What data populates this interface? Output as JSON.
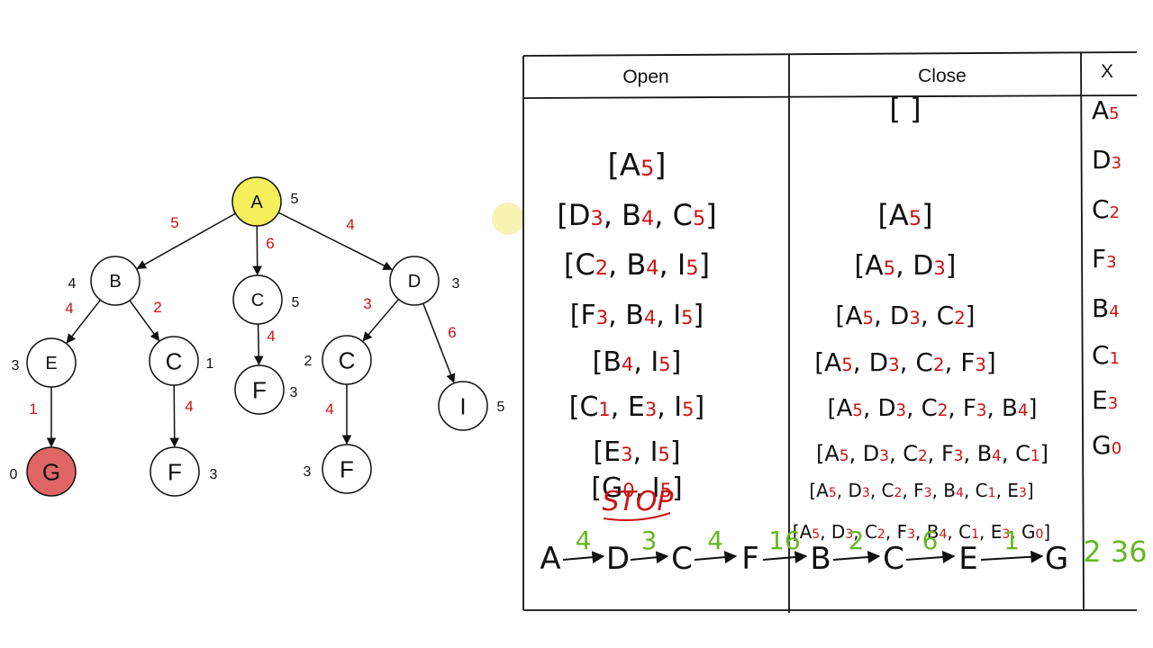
{
  "colors": {
    "ink": "#111111",
    "red": "#cc1111",
    "green": "#66b822",
    "start_fill": "#f4ef5a",
    "goal_fill": "#e06666",
    "highlight": "#f5f0a0"
  },
  "tree": {
    "nodes": [
      {
        "id": "A",
        "label": "A",
        "h": "5",
        "fill": "start"
      },
      {
        "id": "B",
        "label": "B",
        "h": "4"
      },
      {
        "id": "C1",
        "label": "C",
        "h": "5"
      },
      {
        "id": "D",
        "label": "D",
        "h": "3"
      },
      {
        "id": "E",
        "label": "E",
        "h": "3"
      },
      {
        "id": "C2",
        "label": "C",
        "h": "1"
      },
      {
        "id": "F1",
        "label": "F",
        "h": "3"
      },
      {
        "id": "C3",
        "label": "C",
        "h": "2"
      },
      {
        "id": "I",
        "label": "I",
        "h": "5"
      },
      {
        "id": "G",
        "label": "G",
        "h": "0",
        "fill": "goal"
      },
      {
        "id": "F2",
        "label": "F",
        "h": "3"
      },
      {
        "id": "F3",
        "label": "F",
        "h": "3"
      }
    ],
    "edges": [
      {
        "from": "A",
        "to": "B",
        "w": "5"
      },
      {
        "from": "A",
        "to": "C1",
        "w": "6"
      },
      {
        "from": "A",
        "to": "D",
        "w": "4"
      },
      {
        "from": "B",
        "to": "E",
        "w": "4"
      },
      {
        "from": "B",
        "to": "C2",
        "w": "2"
      },
      {
        "from": "C1",
        "to": "F1",
        "w": "4"
      },
      {
        "from": "D",
        "to": "C3",
        "w": "3"
      },
      {
        "from": "D",
        "to": "I",
        "w": "6"
      },
      {
        "from": "E",
        "to": "G",
        "w": "1"
      },
      {
        "from": "C2",
        "to": "F2",
        "w": "4"
      },
      {
        "from": "C3",
        "to": "F3",
        "w": "4"
      }
    ]
  },
  "table": {
    "headers": {
      "open": "Open",
      "close": "Close",
      "x": "X"
    },
    "rows": [
      {
        "open": [],
        "close": [],
        "x": {
          "n": "A",
          "s": "5"
        }
      },
      {
        "open": [
          {
            "n": "A",
            "s": "5"
          }
        ],
        "close": [],
        "x": {
          "n": "D",
          "s": "3"
        }
      },
      {
        "open": [
          {
            "n": "D",
            "s": "3"
          },
          {
            "n": "B",
            "s": "4"
          },
          {
            "n": "C",
            "s": "5"
          }
        ],
        "close": [
          {
            "n": "A",
            "s": "5"
          }
        ],
        "x": {
          "n": "C",
          "s": "2"
        }
      },
      {
        "open": [
          {
            "n": "C",
            "s": "2"
          },
          {
            "n": "B",
            "s": "4"
          },
          {
            "n": "I",
            "s": "5"
          }
        ],
        "close": [
          {
            "n": "A",
            "s": "5"
          },
          {
            "n": "D",
            "s": "3"
          }
        ],
        "x": {
          "n": "F",
          "s": "3"
        }
      },
      {
        "open": [
          {
            "n": "F",
            "s": "3"
          },
          {
            "n": "B",
            "s": "4"
          },
          {
            "n": "I",
            "s": "5"
          }
        ],
        "close": [
          {
            "n": "A",
            "s": "5"
          },
          {
            "n": "D",
            "s": "3"
          },
          {
            "n": "C",
            "s": "2"
          }
        ],
        "x": {
          "n": "B",
          "s": "4"
        }
      },
      {
        "open": [
          {
            "n": "B",
            "s": "4"
          },
          {
            "n": "I",
            "s": "5"
          }
        ],
        "close": [
          {
            "n": "A",
            "s": "5"
          },
          {
            "n": "D",
            "s": "3"
          },
          {
            "n": "C",
            "s": "2"
          },
          {
            "n": "F",
            "s": "3"
          }
        ],
        "x": {
          "n": "C",
          "s": "1"
        }
      },
      {
        "open": [
          {
            "n": "C",
            "s": "1"
          },
          {
            "n": "E",
            "s": "3"
          },
          {
            "n": "I",
            "s": "5"
          }
        ],
        "close": [
          {
            "n": "A",
            "s": "5"
          },
          {
            "n": "D",
            "s": "3"
          },
          {
            "n": "C",
            "s": "2"
          },
          {
            "n": "F",
            "s": "3"
          },
          {
            "n": "B",
            "s": "4"
          }
        ],
        "x": {
          "n": "E",
          "s": "3"
        }
      },
      {
        "open": [
          {
            "n": "E",
            "s": "3"
          },
          {
            "n": "I",
            "s": "5"
          }
        ],
        "close": [
          {
            "n": "A",
            "s": "5"
          },
          {
            "n": "D",
            "s": "3"
          },
          {
            "n": "C",
            "s": "2"
          },
          {
            "n": "F",
            "s": "3"
          },
          {
            "n": "B",
            "s": "4"
          },
          {
            "n": "C",
            "s": "1"
          }
        ],
        "x": {
          "n": "G",
          "s": "0"
        }
      },
      {
        "open": [
          {
            "n": "G",
            "s": "0"
          },
          {
            "n": "I",
            "s": "5"
          }
        ],
        "close": [
          {
            "n": "A",
            "s": "5"
          },
          {
            "n": "D",
            "s": "3"
          },
          {
            "n": "C",
            "s": "2"
          },
          {
            "n": "F",
            "s": "3"
          },
          {
            "n": "B",
            "s": "4"
          },
          {
            "n": "C",
            "s": "1"
          },
          {
            "n": "E",
            "s": "3"
          }
        ],
        "x": null
      },
      {
        "open": [],
        "close": [
          {
            "n": "A",
            "s": "5"
          },
          {
            "n": "D",
            "s": "3"
          },
          {
            "n": "C",
            "s": "2"
          },
          {
            "n": "F",
            "s": "3"
          },
          {
            "n": "B",
            "s": "4"
          },
          {
            "n": "C",
            "s": "1"
          },
          {
            "n": "E",
            "s": "3"
          },
          {
            "n": "G",
            "s": "0"
          }
        ],
        "x": null
      }
    ],
    "stop_text": "STOP",
    "path": {
      "nodes": [
        "A",
        "D",
        "C",
        "F",
        "B",
        "C",
        "E",
        "G"
      ],
      "costs": [
        "4",
        "3",
        "4",
        "16",
        "2",
        "6",
        "1"
      ],
      "total": "2 36"
    }
  }
}
